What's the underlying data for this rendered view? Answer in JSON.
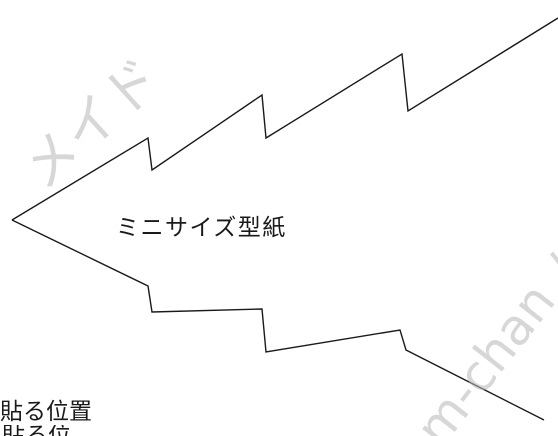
{
  "page": {
    "pattern_label": "ミニサイズ型紙",
    "position_label": "貼る位置",
    "position_label_continued": "貼る位"
  },
  "watermark": {
    "left_text": "メイド",
    "right_text": "m-chan ハン"
  },
  "colors": {
    "line": "#1a1a1a",
    "watermark": "#b8b8b8",
    "background": "#ffffff"
  }
}
